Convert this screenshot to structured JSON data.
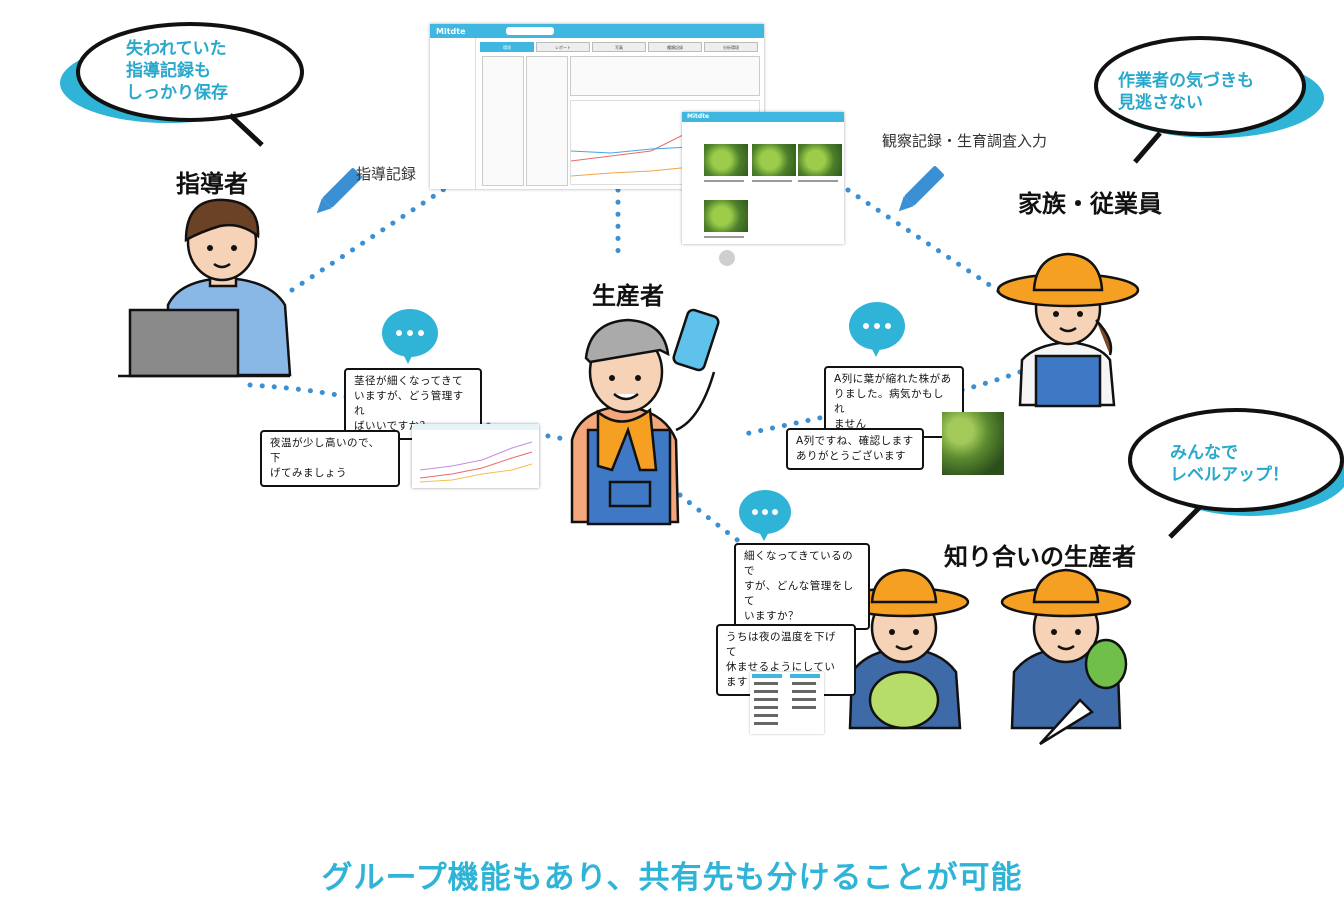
{
  "speech": {
    "instructor_note": "失われていた\n指導記録も\nしっかり保存",
    "family_note": "作業者の気づきも\n見逃さない",
    "peer_note": "みんなで\nレベルアップ！"
  },
  "roles": {
    "instructor": "指導者",
    "producer": "生産者",
    "family": "家族・従業員",
    "peers": "知り合いの生産者"
  },
  "actions": {
    "instructor_action": "指導記録",
    "family_action": "観察記録・生育調査入力"
  },
  "chats": {
    "producer_question": "茎径が細くなってきて\nいますが、どう管理すれ\nばいいですか？",
    "instructor_answer": "夜温が少し高いので、下\nげてみましょう",
    "family_report": "A列に葉が縮れた株があ\nりました。病気かもしれ\nません",
    "producer_reply": "A列ですね、確認します\nありがとうございます",
    "producer_peer_question": "細くなってきているので\nすが、どんな管理をして\nいますか？",
    "peer_answer": "うちは夜の温度を下げて\n休ませるようにしています"
  },
  "app": {
    "logo": "Mitdte",
    "tabs": [
      "環境",
      "レポート",
      "写真",
      "種類記録",
      "分析環境"
    ]
  },
  "footer": "グループ機能もあり、共有先も分けることが可能",
  "colors": {
    "accent": "#2fb4d8",
    "dot_line": "#3b8fd3",
    "bubble_shadow": "#2aa8cc"
  }
}
